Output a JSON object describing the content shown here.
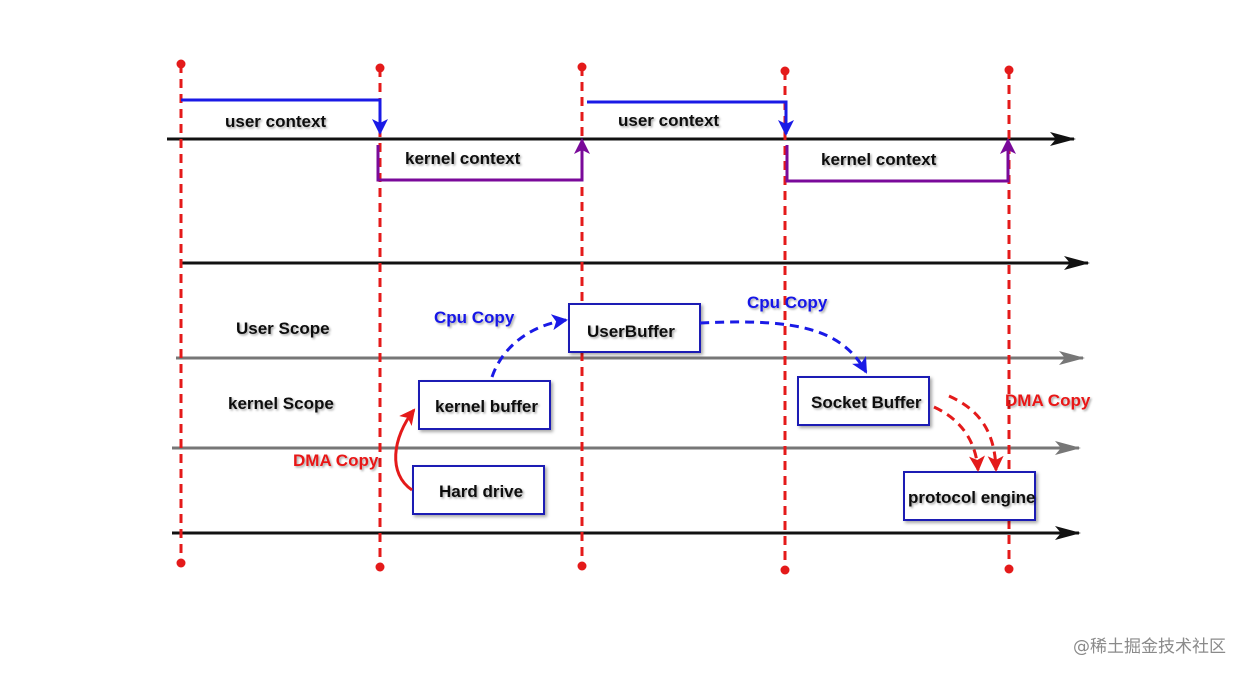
{
  "labels": {
    "user_context_1": "user context",
    "user_context_2": "user context",
    "kernel_context_1": "kernel context",
    "kernel_context_2": "kernel context",
    "user_scope": "User Scope",
    "kernel_scope": "kernel Scope",
    "cpu_copy_1": "Cpu Copy",
    "cpu_copy_2": "Cpu Copy",
    "dma_copy_1": "DMA Copy",
    "dma_copy_2": "DMA Copy"
  },
  "boxes": {
    "kernel_buffer": "kernel buffer",
    "user_buffer": "UserBuffer",
    "socket_buffer": "Socket Buffer",
    "hard_drive": "Hard drive",
    "protocol_engine": "protocol engine"
  },
  "watermark": "@稀土掘金技术社区",
  "colors": {
    "timeline": "#e41a1a",
    "context_user": "#1a1ae6",
    "context_kernel": "#7a0a9a",
    "cpu_copy": "#1a1ae6",
    "dma_copy": "#e41a1a",
    "box_border": "#1a1ab4",
    "axis_dark": "#111111",
    "axis_gray": "#777777"
  }
}
